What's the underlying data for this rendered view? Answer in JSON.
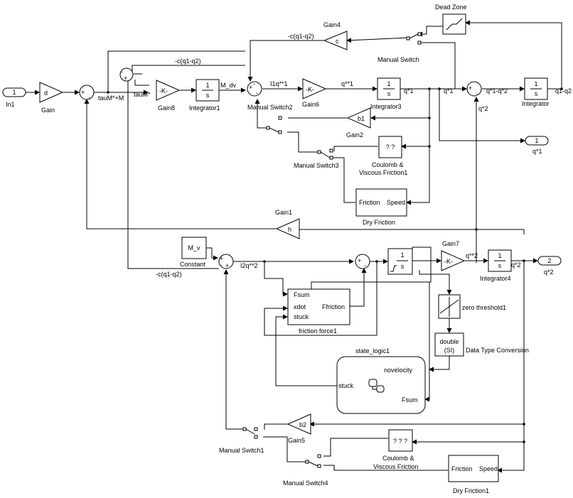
{
  "blocks": {
    "in1": {
      "port": "1",
      "name": "In1"
    },
    "gain": {
      "symbol": "d",
      "name": "Gain"
    },
    "gain8": {
      "symbol": "-K-",
      "name": "Gain8"
    },
    "integrator1": {
      "num": "1",
      "den": "s",
      "name": "Integrator1"
    },
    "gain4": {
      "symbol": "c",
      "name": "Gain4"
    },
    "manual_switch": {
      "name": "Manual Switch"
    },
    "dead_zone": {
      "name": "Dead Zone"
    },
    "manual_switch2": {
      "name": "Manual Switch2"
    },
    "gain6": {
      "symbol": "-K-",
      "name": "Gain6"
    },
    "integrator3": {
      "num": "1",
      "den": "s",
      "name": "Integrator3"
    },
    "integrator": {
      "num": "1",
      "den": "s",
      "name": "Integrator"
    },
    "gain2": {
      "symbol": "b1",
      "name": "Gain2"
    },
    "coulomb1": {
      "symbol": "? ?",
      "name_line1": "Coulomb &",
      "name_line2": "Viscous Friction1"
    },
    "manual_switch3": {
      "name": "Manual Switch3"
    },
    "dry_friction": {
      "port_in": "Friction",
      "port_out": "Speed",
      "name": "Dry Friction"
    },
    "out_q1": {
      "port": "1",
      "name": "q*1"
    },
    "gain1": {
      "symbol": "h",
      "name": "Gain1"
    },
    "constant": {
      "symbol": "M_v",
      "name": "Constant"
    },
    "saturated_integrator": {
      "num": "1",
      "den": "s"
    },
    "gain7": {
      "symbol": "-K-",
      "name": "Gain7"
    },
    "integrator4": {
      "num": "1",
      "den": "s",
      "name": "Integrator4"
    },
    "out_q2": {
      "port": "2",
      "name": "q*2"
    },
    "friction_force1": {
      "port_fsum": "Fsum",
      "port_xdot": "xdot",
      "port_stuck": "stuck",
      "port_out": "Ffriction",
      "name": "friction force1"
    },
    "zero_threshold1": {
      "name": "zero threshold1"
    },
    "data_type_conversion": {
      "line1": "double",
      "line2": "(SI)",
      "name": "Data Type Conversion"
    },
    "state_logic1": {
      "name": "state_logic1",
      "port_novelocity": "novelocity",
      "port_stuck": "stuck",
      "port_fsum": "Fsum"
    },
    "gain5": {
      "symbol": "b2",
      "name": "Gain5"
    },
    "manual_switch1": {
      "name": "Manual Switch1"
    },
    "coulomb": {
      "symbol": "? ? ?",
      "name_line1": "Coulomb &",
      "name_line2": "Viscous Friction"
    },
    "manual_switch4": {
      "name": "Manual Switch4"
    },
    "dry_friction1": {
      "port_in": "Friction",
      "port_out": "Speed",
      "name": "Dry Friction1"
    }
  },
  "signals": {
    "tauM_plus_M": "tauM*+M",
    "tauM": "tauM*",
    "m_dv": "M_dv",
    "c_q1q2_top": "-c(q1-q2)",
    "c_q1q2_mid": "-c(q1-q2)",
    "c_q1q2_bottom": "-c(q1-q2)",
    "i1q": "I1q**1",
    "q_dd1": "q**1",
    "q_d1a": "q*1",
    "q_d1b": "q*1",
    "q1q2_rate": "q*1-q*2",
    "q1q2": "q1-q2",
    "q_d2_tap": "q*2",
    "i2q": "I2q**2",
    "q_dd2": "q**2",
    "q_d2": "q*2"
  },
  "signs": {
    "sum_gain": [
      "+",
      "-"
    ],
    "sum_top": [
      "-",
      "+"
    ],
    "sum_mid": [
      "+",
      "-",
      "-"
    ],
    "sum_q": [
      "+",
      "-"
    ],
    "sum_low": [
      "+",
      "-",
      "+"
    ],
    "sum_low2": [
      "+",
      "-"
    ]
  }
}
